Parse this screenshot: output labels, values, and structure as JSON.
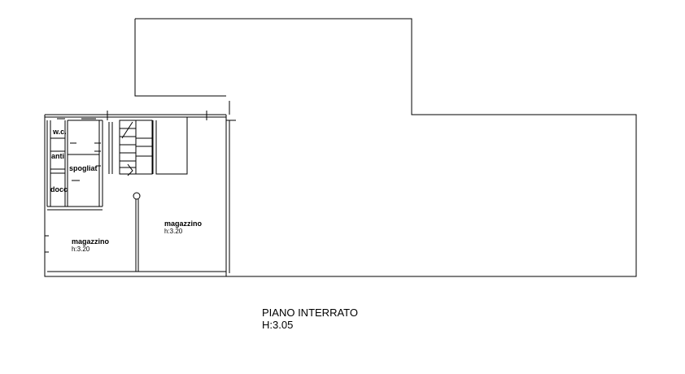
{
  "floor": {
    "title": "PIANO INTERRATO",
    "height": "H:3.05"
  },
  "rooms": {
    "wc": {
      "label": "w.c."
    },
    "anti": {
      "label": "anti"
    },
    "spogliat": {
      "label": "spogliat"
    },
    "docc": {
      "label": "docc"
    },
    "magazzino_left": {
      "label": "magazzino",
      "height": "h:3.20"
    },
    "magazzino_right": {
      "label": "magazzino",
      "height": "h:3.20"
    }
  },
  "colors": {
    "line": "#000000",
    "background": "#ffffff"
  }
}
